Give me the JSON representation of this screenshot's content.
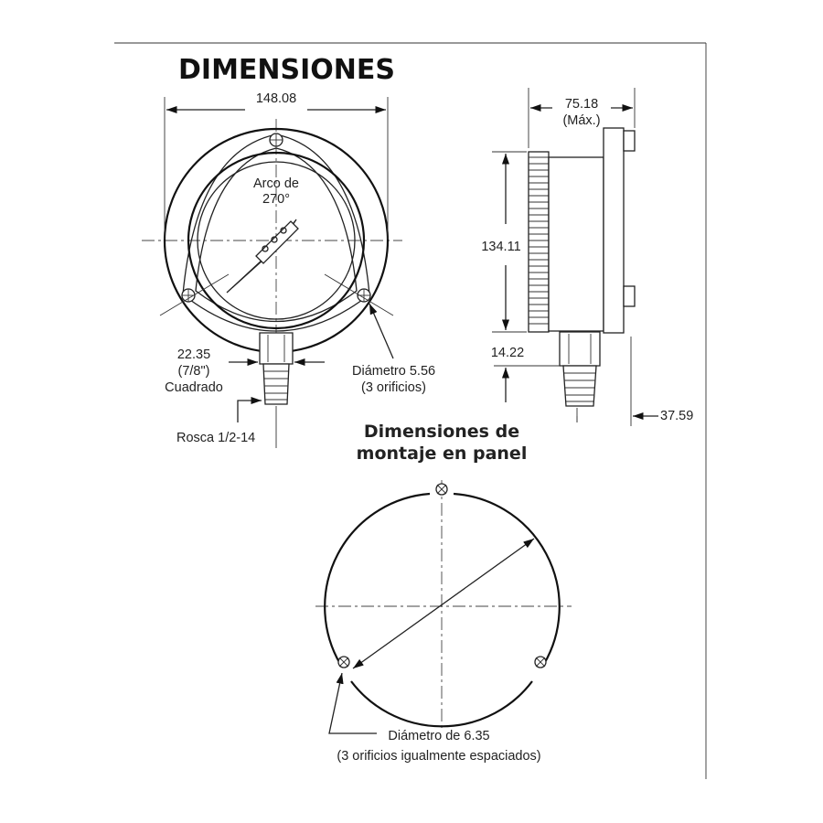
{
  "heading": "DIMENSIONES",
  "panel_heading_line1": "Dimensiones de",
  "panel_heading_line2": "montaje en panel",
  "dims": {
    "width": "148.08",
    "arc_line1": "Arco de",
    "arc_line2": "270°",
    "square_value": "22.35",
    "square_inch": "(7/8\")",
    "square_label": "Cuadrado",
    "thread": "Rosca 1/2-14",
    "hole_diameter": "Diámetro 5.56",
    "hole_count": "(3 orificios)",
    "depth": "75.18",
    "depth_max": "(Máx.)",
    "height": "134.11",
    "stem": "14.22",
    "offset": "37.59",
    "panel_hole_diameter": "Diámetro de 6.35",
    "panel_hole_note": "(3 orificios igualmente espaciados)"
  }
}
